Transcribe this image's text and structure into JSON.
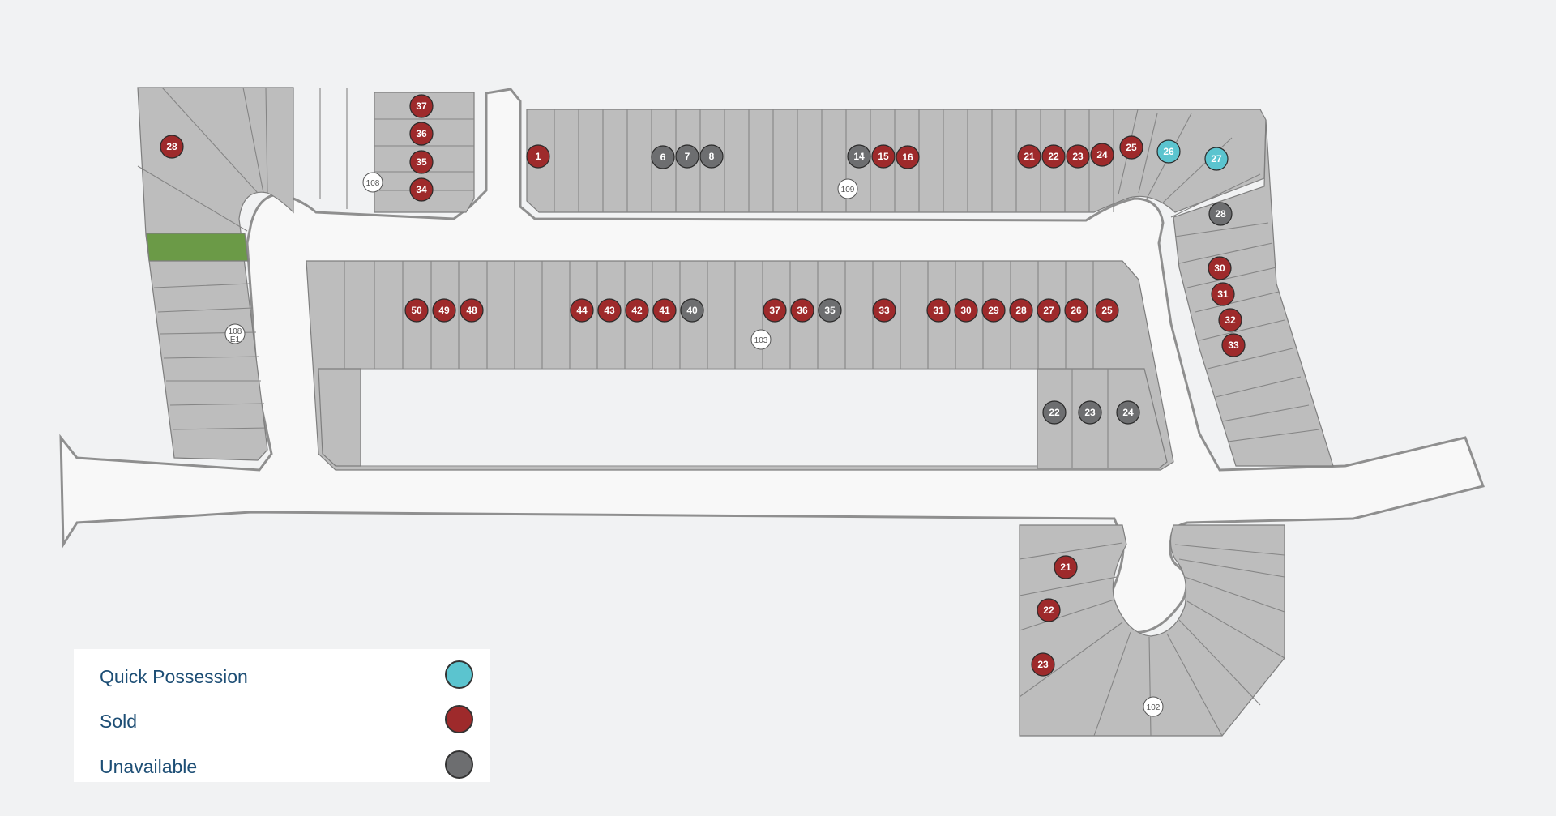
{
  "colors": {
    "quick_possession": "#5bc4cf",
    "sold": "#9e2a2b",
    "unavailable": "#6d6e70",
    "street_marker": "#ffffff",
    "green_space": "#6b9a47",
    "lot_fill": "#bdbdbd",
    "road": "#f8f8f8",
    "road_border": "#8a8a8a"
  },
  "legend": [
    {
      "label": "Quick Possession",
      "status": "quick_possession"
    },
    {
      "label": "Sold",
      "status": "sold"
    },
    {
      "label": "Unavailable",
      "status": "unavailable"
    }
  ],
  "street_markers": [
    "108",
    "109",
    "108\nE1",
    "103",
    "102"
  ],
  "lots": {
    "northwest": [
      {
        "label": "28",
        "status": "sold"
      },
      {
        "label": "37",
        "status": "sold"
      },
      {
        "label": "36",
        "status": "sold"
      },
      {
        "label": "35",
        "status": "sold"
      },
      {
        "label": "34",
        "status": "sold"
      }
    ],
    "north_row": [
      {
        "label": "1",
        "status": "sold"
      },
      {
        "label": "6",
        "status": "unavailable"
      },
      {
        "label": "7",
        "status": "unavailable"
      },
      {
        "label": "8",
        "status": "unavailable"
      },
      {
        "label": "14",
        "status": "unavailable"
      },
      {
        "label": "15",
        "status": "sold"
      },
      {
        "label": "16",
        "status": "sold"
      },
      {
        "label": "21",
        "status": "sold"
      },
      {
        "label": "22",
        "status": "sold"
      },
      {
        "label": "23",
        "status": "sold"
      },
      {
        "label": "24",
        "status": "sold"
      },
      {
        "label": "25",
        "status": "sold"
      },
      {
        "label": "26",
        "status": "quick_possession"
      },
      {
        "label": "27",
        "status": "quick_possession"
      }
    ],
    "east_curve": [
      {
        "label": "28",
        "status": "unavailable"
      },
      {
        "label": "30",
        "status": "sold"
      },
      {
        "label": "31",
        "status": "sold"
      },
      {
        "label": "32",
        "status": "sold"
      },
      {
        "label": "33",
        "status": "sold"
      }
    ],
    "middle_row": [
      {
        "label": "50",
        "status": "sold"
      },
      {
        "label": "49",
        "status": "sold"
      },
      {
        "label": "48",
        "status": "sold"
      },
      {
        "label": "44",
        "status": "sold"
      },
      {
        "label": "43",
        "status": "sold"
      },
      {
        "label": "42",
        "status": "sold"
      },
      {
        "label": "41",
        "status": "sold"
      },
      {
        "label": "40",
        "status": "unavailable"
      },
      {
        "label": "37",
        "status": "sold"
      },
      {
        "label": "36",
        "status": "sold"
      },
      {
        "label": "35",
        "status": "unavailable"
      },
      {
        "label": "33",
        "status": "sold"
      },
      {
        "label": "31",
        "status": "sold"
      },
      {
        "label": "30",
        "status": "sold"
      },
      {
        "label": "29",
        "status": "sold"
      },
      {
        "label": "28",
        "status": "sold"
      },
      {
        "label": "27",
        "status": "sold"
      },
      {
        "label": "26",
        "status": "sold"
      },
      {
        "label": "25",
        "status": "sold"
      }
    ],
    "middle_lower": [
      {
        "label": "22",
        "status": "unavailable"
      },
      {
        "label": "23",
        "status": "unavailable"
      },
      {
        "label": "24",
        "status": "unavailable"
      }
    ],
    "south_cul_de_sac": [
      {
        "label": "21",
        "status": "sold"
      },
      {
        "label": "22",
        "status": "sold"
      },
      {
        "label": "23",
        "status": "sold"
      }
    ]
  }
}
